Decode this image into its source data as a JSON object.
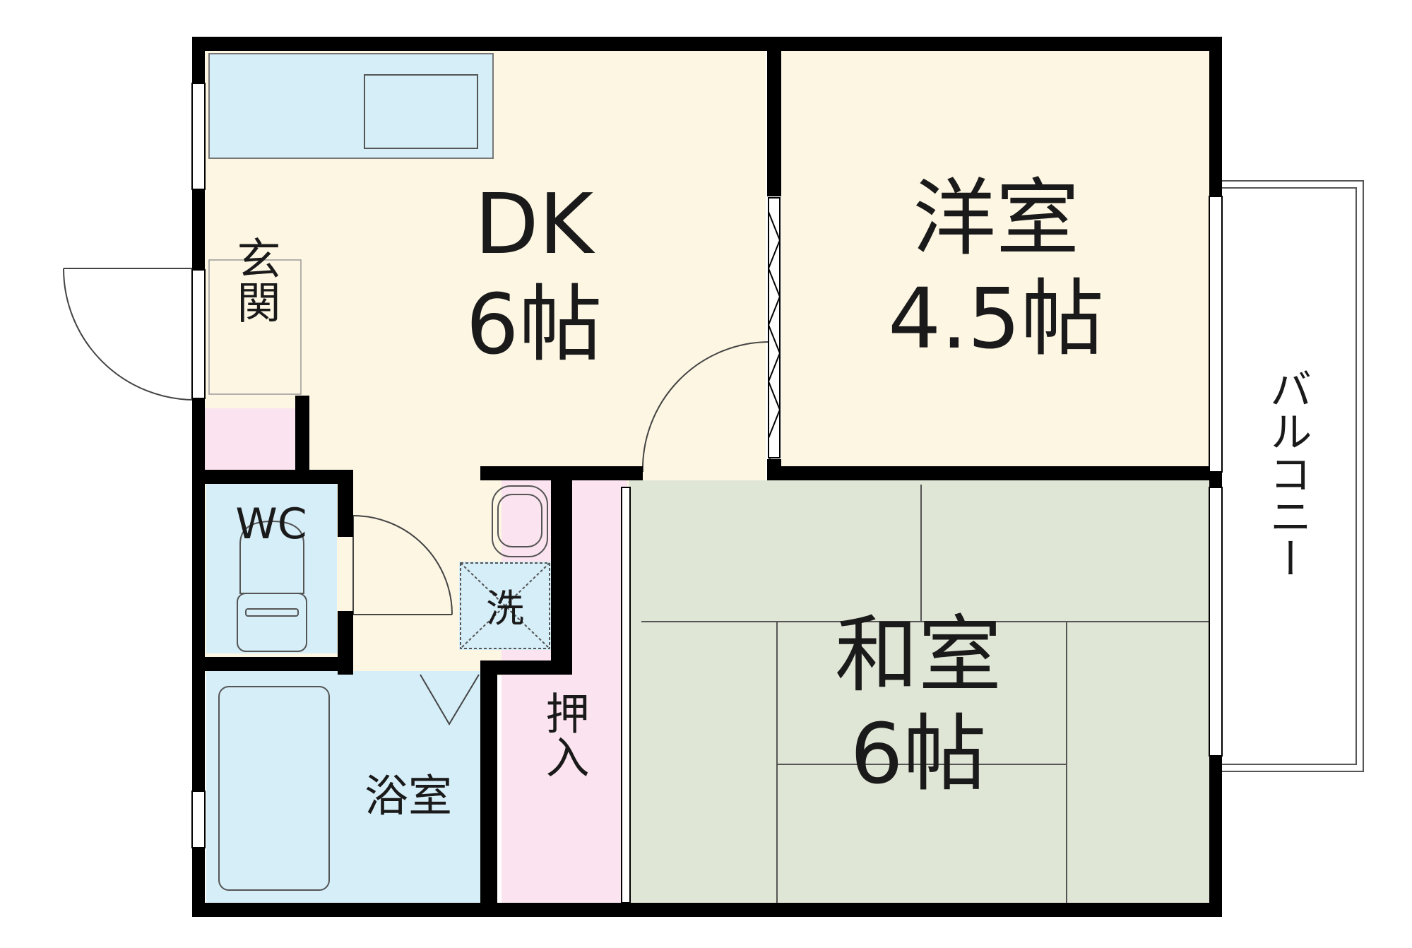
{
  "floorplan": {
    "rooms": {
      "dk": {
        "name": "DK",
        "size": "6帖"
      },
      "western": {
        "name": "洋室",
        "size": "4.5帖"
      },
      "japanese": {
        "name": "和室",
        "size": "6帖"
      },
      "entrance": {
        "name": "玄関"
      },
      "wc": {
        "name": "WC"
      },
      "bath": {
        "name": "浴室"
      },
      "closet": {
        "name": "押入"
      },
      "washer": {
        "name": "洗"
      },
      "balcony": {
        "name": "バルコニー"
      }
    },
    "colors": {
      "wall": "#000000",
      "dk_floor": "#fdf6e3",
      "western_floor": "#fdf6e3",
      "tatami": "#e0e6d6",
      "water_area": "#d6eef8",
      "closet": "#fbe4ef",
      "entrance_step": "#fbe4ef"
    }
  }
}
